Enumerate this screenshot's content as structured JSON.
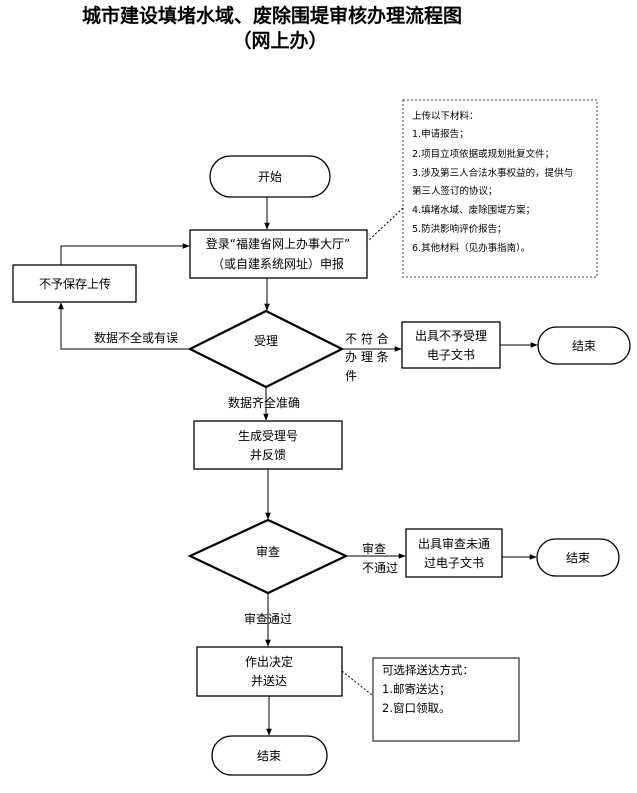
{
  "title": {
    "line1": "城市建设填堵水域、废除围堤审核办理流程图",
    "line2": "（网上办）"
  },
  "nodes": {
    "start": "开始",
    "login_line1": "登录“福建省网上办事大厅”",
    "login_line2": "（或自建系统网址）申报",
    "reject_save": "不予保存上传",
    "accept": "受理",
    "no_accept_doc_line1": "出具不予受理",
    "no_accept_doc_line2": "电子文书",
    "end1": "结束",
    "generate_line1": "生成受理号",
    "generate_line2": "并反馈",
    "review": "审查",
    "review_fail_doc_line1": "出具审查未通",
    "review_fail_doc_line2": "过电子文书",
    "end2": "结束",
    "decision_line1": "作出决定",
    "decision_line2": "并送达",
    "end3": "结束"
  },
  "edges": {
    "incomplete": "数据不全或有误",
    "not_meet_line1": "不 符 合",
    "not_meet_line2": "办 理 条",
    "not_meet_line3": "件",
    "complete": "数据齐全准确",
    "review_fail_line1": "审查",
    "review_fail_line2": "不通过",
    "review_pass": "审查通过"
  },
  "materials_note": {
    "heading": "上传以下材料：",
    "items": [
      "1.申请报告；",
      "2.项目立项依据或规划批复文件；",
      "3.涉及第三人合法水事权益的，提供与",
      "第三人签订的协议；",
      "4.填堵水域、废除围堤方案；",
      "5.防洪影响评价报告；",
      "6.其他材料（见办事指南）。"
    ]
  },
  "delivery_note": {
    "heading": "可选择送达方式：",
    "items": [
      "1.邮寄送达；",
      "2.窗口领取。"
    ]
  }
}
